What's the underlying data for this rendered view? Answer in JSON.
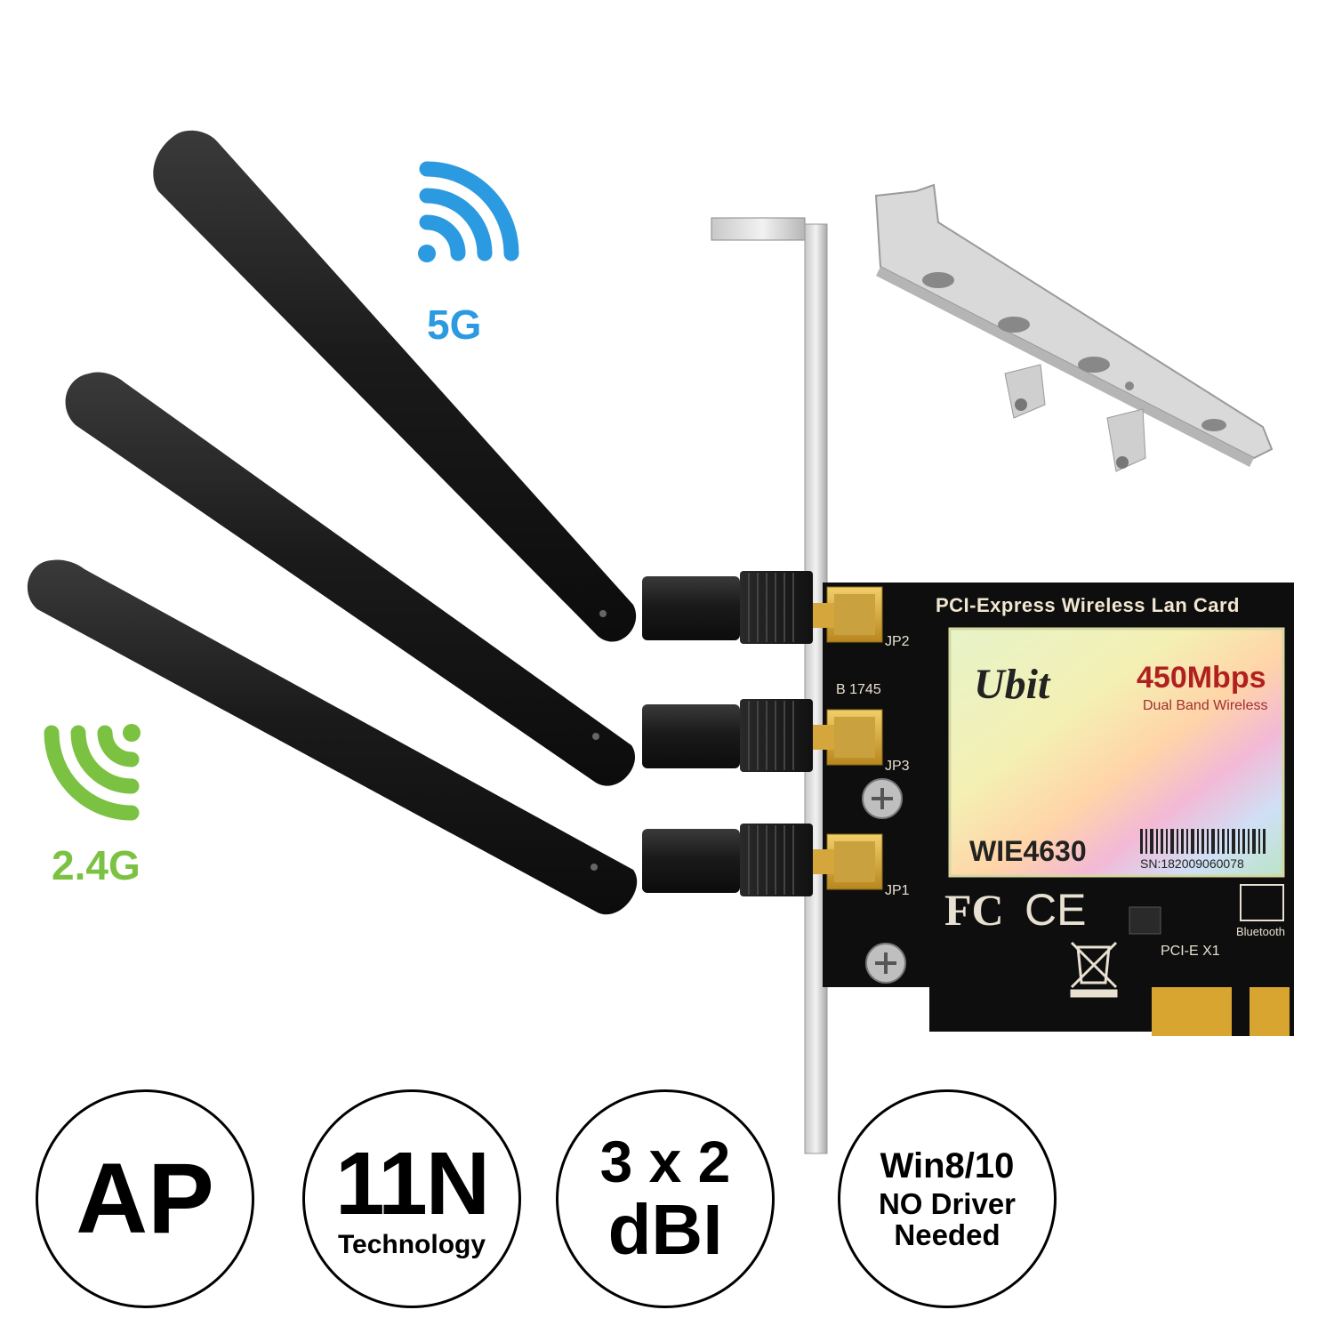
{
  "wifi": {
    "band_5g": "5G",
    "band_24g": "2.4G",
    "color_5g": "#2b9ae0",
    "color_24g": "#7cc242"
  },
  "card": {
    "title": "PCI-Express Wireless Lan Card",
    "brand": "Ubit",
    "speed": "450Mbps",
    "subtitle": "Dual Band Wireless",
    "model": "WIE4630",
    "serial": "SN:182009060078",
    "connector": "PCI-E X1",
    "bluetooth": "Bluetooth",
    "jp2": "JP2",
    "jp3": "JP3",
    "jp1": "JP1",
    "date_code": "B 1745",
    "fcc": "FC",
    "ce": "CE"
  },
  "badges": {
    "ap": "AP",
    "tech_main": "11N",
    "tech_sub": "Technology",
    "antenna_line1": "3 x 2",
    "antenna_line2": "dBI",
    "os_line1": "Win8/10",
    "os_line2": "NO Driver",
    "os_line3": "Needed"
  }
}
